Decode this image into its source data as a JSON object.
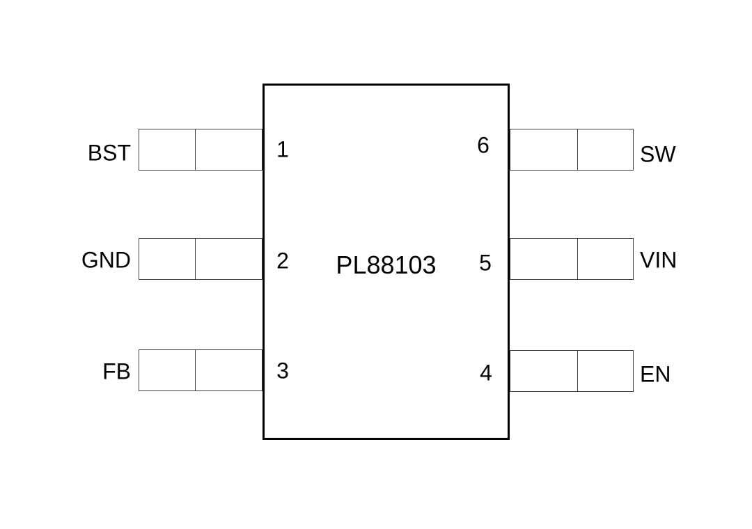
{
  "diagram": {
    "part_number": "PL88103",
    "package_pin_count": "6",
    "colors": {
      "background": "#ffffff",
      "body_border": "#000000",
      "lead_border": "#3c3c3c",
      "text": "#000000"
    },
    "pins": {
      "left": [
        {
          "number": "1",
          "label": "BST"
        },
        {
          "number": "2",
          "label": "GND"
        },
        {
          "number": "3",
          "label": "FB"
        }
      ],
      "right": [
        {
          "number": "6",
          "label": "SW"
        },
        {
          "number": "5",
          "label": "VIN"
        },
        {
          "number": "4",
          "label": "EN"
        }
      ]
    }
  }
}
